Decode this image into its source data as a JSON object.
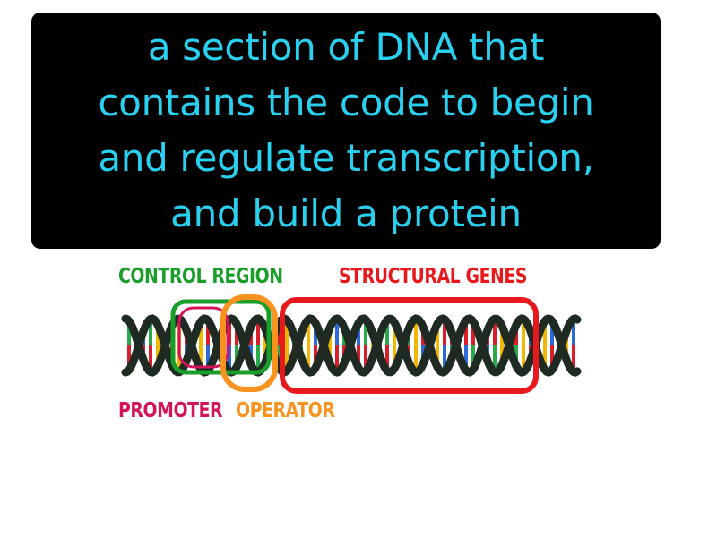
{
  "definition": {
    "lines": [
      "a section of DNA that",
      "contains the code to begin",
      "and regulate transcription,",
      "and build a protein"
    ]
  },
  "diagram": {
    "labels": {
      "control_region": "CONTROL REGION",
      "structural_genes": "STRUCTURAL GENES",
      "promoter": "PROMOTER",
      "operator": "OPERATOR"
    },
    "colors": {
      "text_cyan": "#2ad0f0",
      "control_region": "#1a9e2a",
      "structural_genes": "#e8191c",
      "promoter": "#d4145a",
      "operator": "#f7931e",
      "backbone": "#1e2a22",
      "base_red": "#d81e2a",
      "base_yellow": "#f2b705",
      "base_blue": "#2b6ad8",
      "base_green": "#2aa84a"
    }
  }
}
